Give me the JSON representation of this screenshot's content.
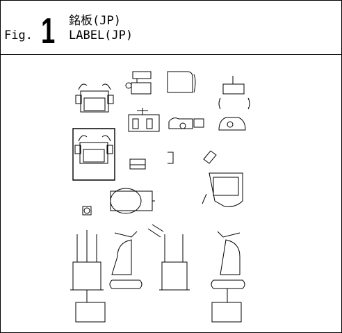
{
  "figure": {
    "fig_prefix": "Fig.",
    "fig_number": "1",
    "title_ja": "銘板(JP)",
    "title_en": "LABEL(JP)"
  },
  "colors": {
    "ink": "#000000",
    "paper": "#ffffff"
  }
}
